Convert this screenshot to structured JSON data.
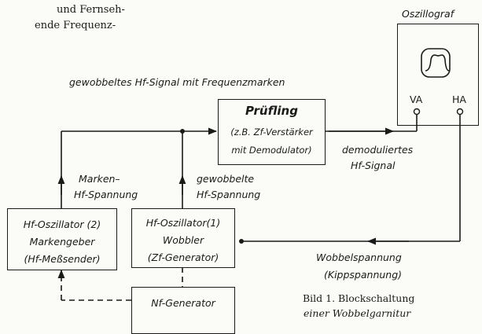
{
  "top_text": {
    "line1": "und Fernseh-",
    "line2": "ende Frequenz-"
  },
  "oscillograph": {
    "title": "Oszillograf",
    "va": "VA",
    "ha": "HA"
  },
  "signal_label": "gewobbeltes Hf-Signal mit Frequenzmarken",
  "pruefling": {
    "title": "Prüfling",
    "line1": "(z.B. Zf-Verstärker",
    "line2": "mit Demodulator)"
  },
  "demod_label": {
    "line1": "demoduliertes",
    "line2": "Hf-Signal"
  },
  "marker_label": {
    "line1": "Marken–",
    "line2": "Hf-Spannung"
  },
  "wobbled_label": {
    "line1": "gewobbelte",
    "line2": "Hf-Spannung"
  },
  "osc2": {
    "line1": "Hf-Oszillator (2)",
    "line2": "Markengeber",
    "line3": "(Hf-Meßsender)"
  },
  "osc1": {
    "line1": "Hf-Oszillator(1)",
    "line2": "Wobbler",
    "line3": "(Zf-Generator)"
  },
  "sweep_label": {
    "line1": "Wobbelspannung",
    "line2": "(Kippspannung)"
  },
  "nf_generator": "Nf-Generator",
  "caption": {
    "line1": "Bild 1. Blockschaltung",
    "line2": "einer Wobbelgarnitur"
  }
}
